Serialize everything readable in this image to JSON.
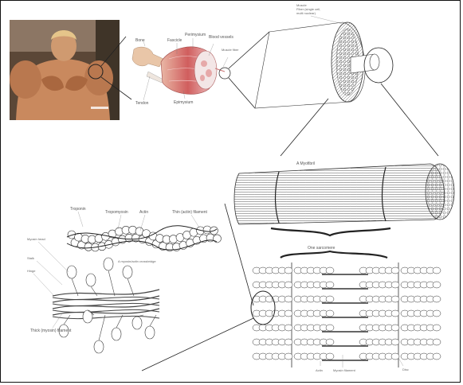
{
  "labels": {
    "muscle_diagram": {
      "bone": "Bone",
      "fascicle": "Fascicle",
      "perimysium": "Perimysium",
      "blood_vessels": "Blood vessels",
      "muscle_fiber": "Muscle fiber",
      "tendon": "Tendon",
      "epimysium": "Epimysium"
    },
    "fiber_detail": {
      "title_line1": "Muscle",
      "title_line2": "Fiber (single cell,",
      "title_line3": "multi nuclear)"
    },
    "myofibril": {
      "title": "A Myofibril"
    },
    "sarcomere": {
      "title": "One sarcomere",
      "actin": "Actin",
      "myosin": "Myosin filament",
      "z_disc": "Disc"
    },
    "thin_filament": {
      "troponin": "Troponin",
      "tropomyosin": "Tropomyosin",
      "actin": "Actin",
      "thin_filament": "Thin (actin) filament",
      "binding_site": "A myosin/actin crossbridge"
    },
    "thick_filament": {
      "myosin_head": "Myosin head",
      "stalk": "Stalk",
      "hinge": "Hinge",
      "thick_filament": "Thick (myosin) filament"
    }
  },
  "colors": {
    "line": "#222222",
    "sketch": "#444444",
    "muscle_pink": "#d86a6a",
    "photo_bg": "#6a4b3a",
    "skin": "#c9895e"
  }
}
